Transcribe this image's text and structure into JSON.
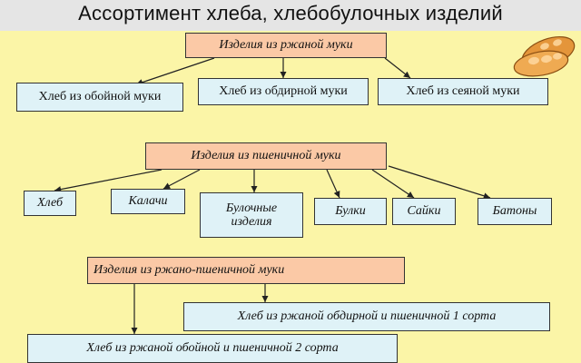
{
  "title": "Ассортимент хлеба, хлебобулочных изделий",
  "groups": {
    "rye": {
      "label": "Изделия из ржаной муки",
      "items": [
        "Хлеб из обойной муки",
        "Хлеб из обдирной муки",
        "Хлеб из сеяной муки"
      ]
    },
    "wheat": {
      "label": "Изделия из пшеничной муки",
      "items": [
        "Хлеб",
        "Калачи",
        "Булочные изделия",
        "Булки",
        "Сайки",
        "Батоны"
      ]
    },
    "ryewheat": {
      "label": "Изделия из ржано-пшеничной муки",
      "items": [
        "Хлеб из ржаной обдирной и пшеничной 1 сорта",
        "Хлеб из ржаной обойной и пшеничной 2 сорта"
      ]
    }
  },
  "colors": {
    "background": "#fbf5a7",
    "header_box": "#fbc9a6",
    "leaf_box": "#dff2f7",
    "title_bar": "#e5e5e5"
  },
  "decoration_icon": "bread-loaves-icon"
}
